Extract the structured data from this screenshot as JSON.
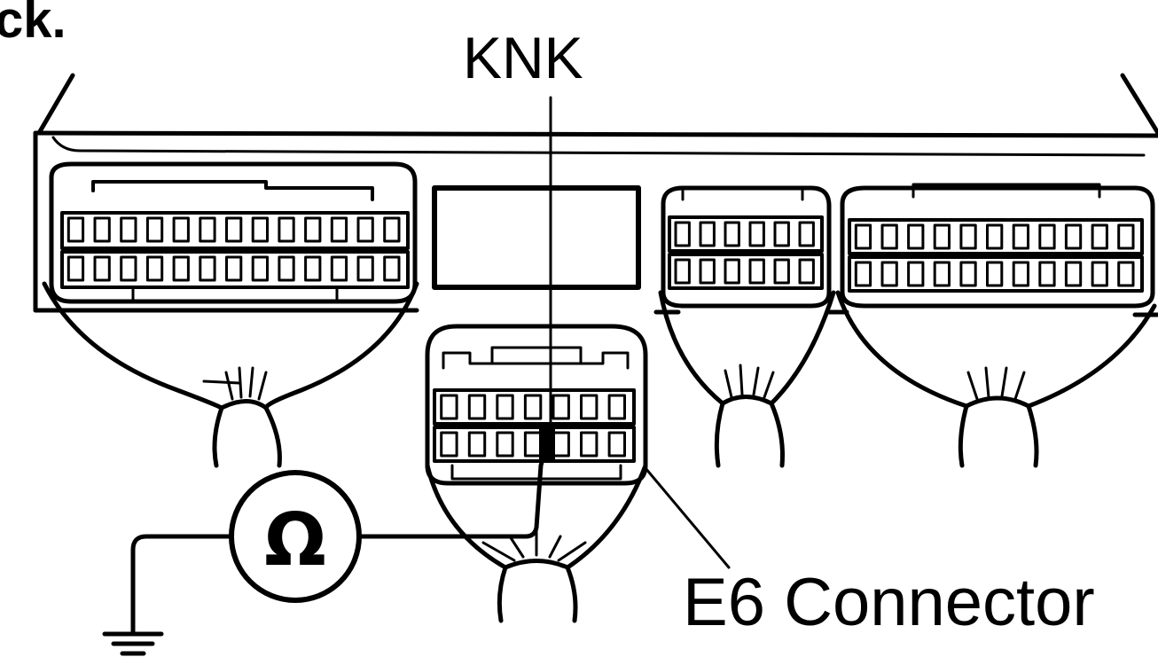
{
  "labels": {
    "top_left": "ck.",
    "terminal": "KNK",
    "connector": "E6 Connector",
    "meter_symbol": "Ω"
  },
  "icons": {
    "meter": "ohmmeter-icon",
    "ground": "ground-icon"
  },
  "colors": {
    "line": "#000000",
    "background": "#ffffff"
  }
}
